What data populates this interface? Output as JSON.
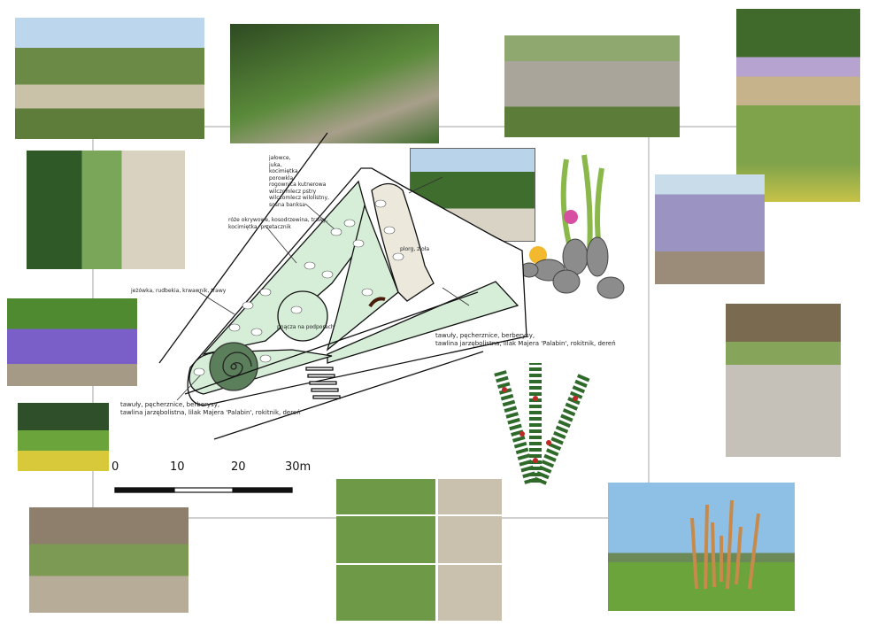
{
  "plan": {
    "labels": {
      "north_beds": "jałowce,\njuka,\nkocimiętka,\nporowkla\nrogownica kutnerowa\nwilczomlecz pstry\nwilczomlecz wilolistny,\nsosna banksa",
      "roses": "róże okrywowe, kosodrzewina, trawy,\nkocimiętka, przetacznik",
      "west": "jeżówka, rudbekia, krwawnik, trawy",
      "climbers": "pnącza na podporach",
      "herbs": "plorg, zioła",
      "east_strip": "tawuły, pęcherznice, berberysy,\ntawlina jarzębolistna, lilak Majera 'Palabin', rokitnik, dereń",
      "south": "tawuły, pęcherznice, berberysy,\ntawlina jarzębolistna, lilak Majera 'Palabin', rokitnik, dereń"
    },
    "scale": {
      "ticks": [
        "0",
        "10",
        "20",
        "30m"
      ]
    }
  },
  "colors": {
    "bed": "#d6eed8",
    "spiral": "#5b7f5a",
    "line": "#aaaaaa"
  }
}
